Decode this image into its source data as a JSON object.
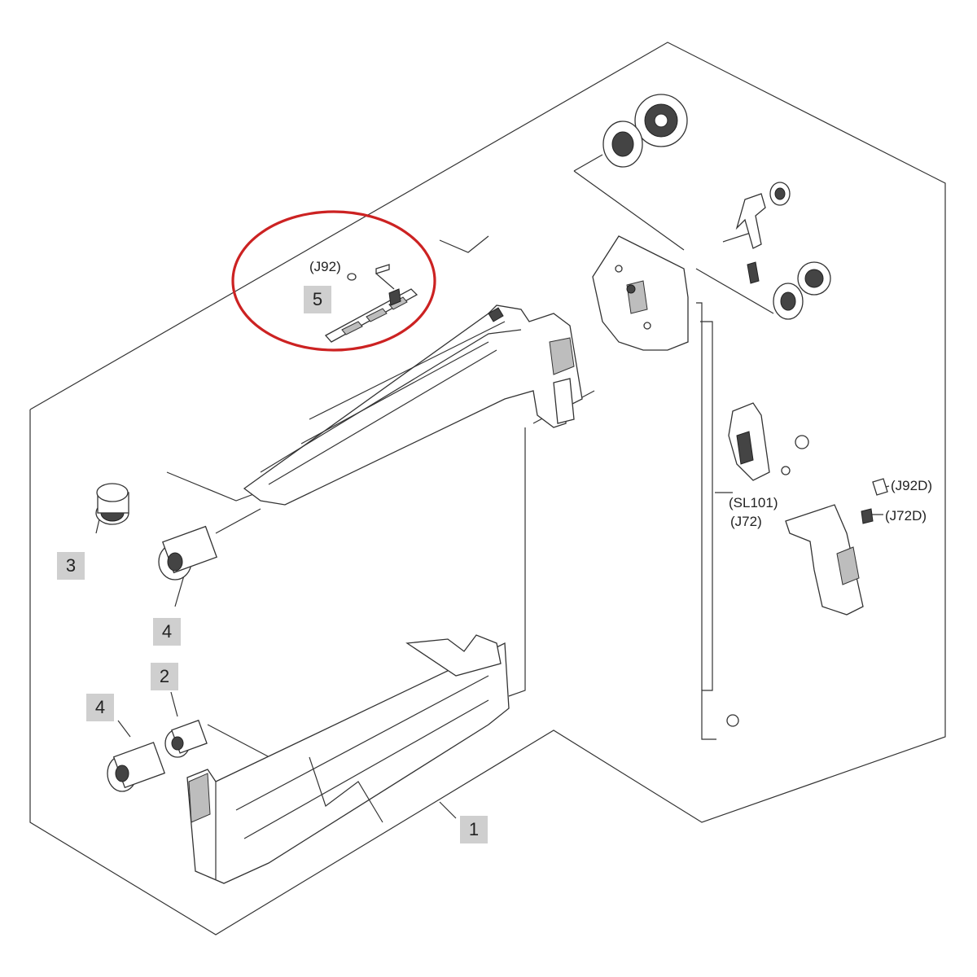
{
  "callouts": {
    "c1": "1",
    "c2": "2",
    "c3": "3",
    "c4a": "4",
    "c4b": "4",
    "c5": "5"
  },
  "connectors": {
    "j92": "(J92)",
    "sl101": "(SL101)",
    "j72": "(J72)",
    "j92d": "(J92D)",
    "j72d": "(J72D)"
  },
  "colors": {
    "highlight_circle": "#cc2222",
    "callout_box": "#cfcfcf",
    "line": "#333333"
  }
}
